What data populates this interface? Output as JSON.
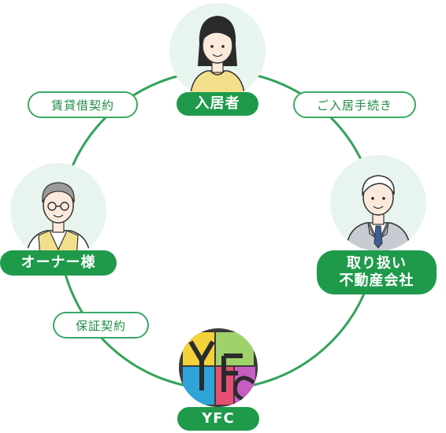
{
  "colors": {
    "accent": "#1f9a4b",
    "ring": "#33a35a",
    "bubble": "#e8f4ee"
  },
  "nodes": {
    "resident": {
      "label": "入居者",
      "icon": "resident-woman-icon"
    },
    "agency": {
      "line1": "取り扱い",
      "line2": "不動産会社",
      "icon": "agent-businessman-icon"
    },
    "yfc": {
      "label": "YFC",
      "icon": "yfc-logo"
    },
    "owner": {
      "label": "オーナー様",
      "icon": "owner-elder-man-icon"
    }
  },
  "edges": {
    "resident_agency": "ご入居手続き",
    "owner_resident": "賃貸借契約",
    "owner_yfc": "保証契約"
  }
}
